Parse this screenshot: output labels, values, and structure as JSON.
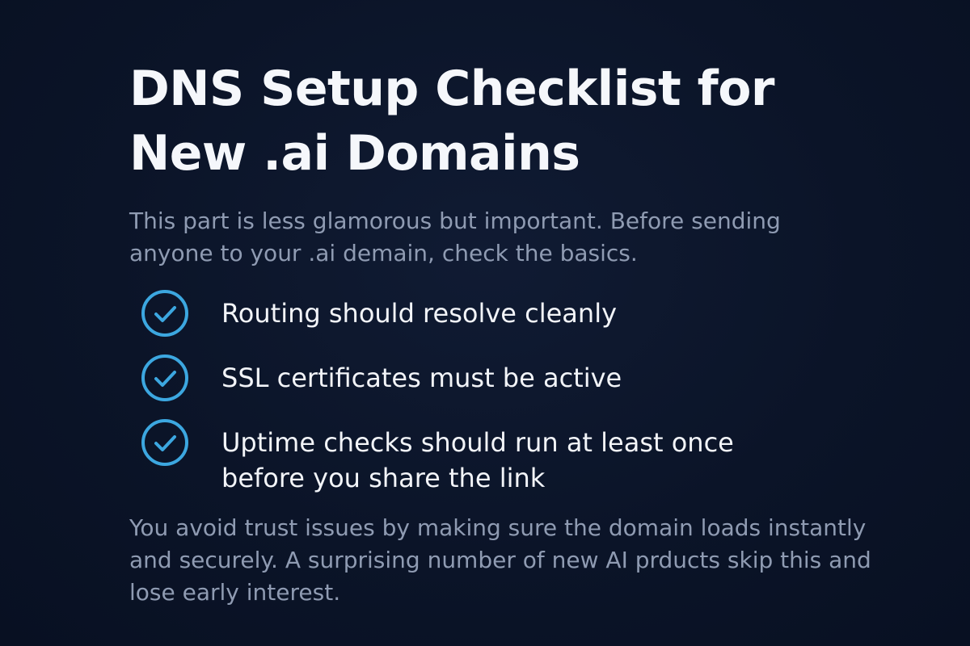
{
  "page": {
    "title": "DNS Setup Checklist for New .ai Domains",
    "intro": "This part is less glamorous but important. Before sending anyone to your .ai demain, check the basics.",
    "checklist": [
      {
        "icon": "check-circle-icon",
        "text": "Routing should resolve cleanly"
      },
      {
        "icon": "check-circle-icon",
        "text": "SSL certificates must be active"
      },
      {
        "icon": "check-circle-icon",
        "text": "Uptime checks should run at least once before you share the link"
      }
    ],
    "outro": "You avoid trust issues by making sure the domain loads instantly and securely. A surprising number of new AI prducts skip this and lose early interest."
  },
  "colors": {
    "background": "#0b1428",
    "title": "#f5f7fb",
    "body_text": "#8f9bb2",
    "check_accent": "#3ca7e0"
  }
}
